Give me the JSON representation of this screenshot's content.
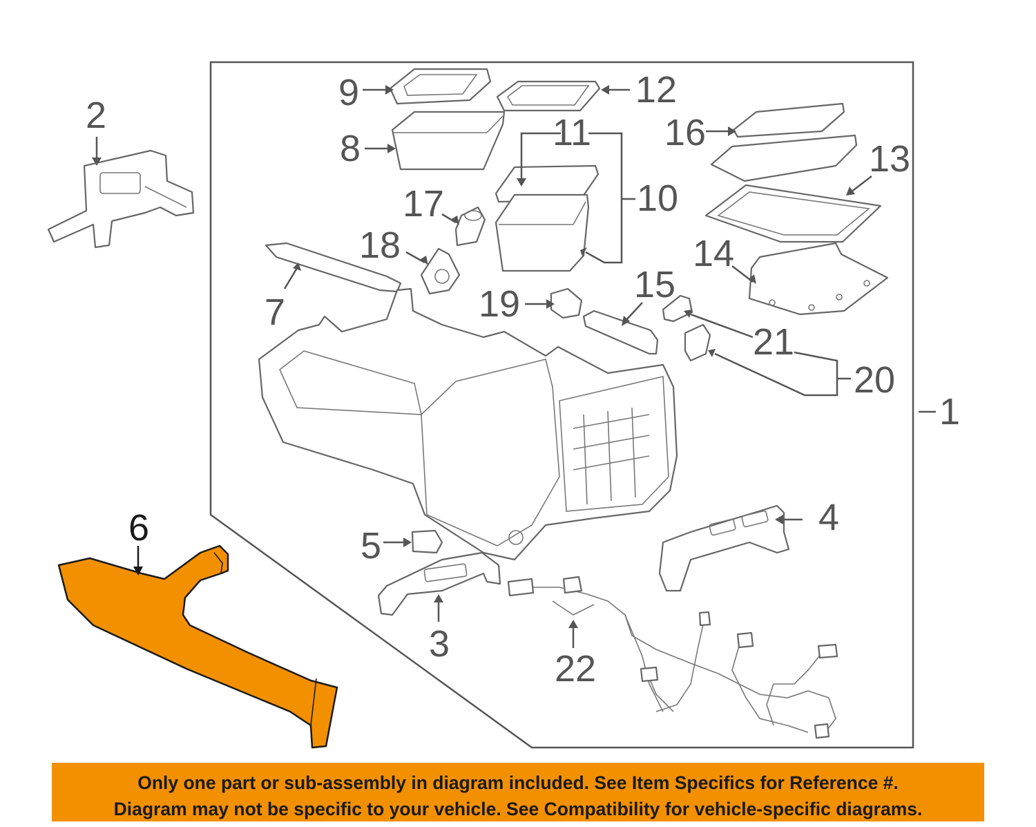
{
  "diagram": {
    "callouts": {
      "c1": "1",
      "c2": "2",
      "c3": "3",
      "c4": "4",
      "c5": "5",
      "c6": "6",
      "c7": "7",
      "c8": "8",
      "c9": "9",
      "c10": "10",
      "c11": "11",
      "c12": "12",
      "c13": "13",
      "c14": "14",
      "c15": "15",
      "c16": "16",
      "c17": "17",
      "c18": "18",
      "c19": "19",
      "c20": "20",
      "c21": "21",
      "c22": "22"
    },
    "highlight_part": "6",
    "colors": {
      "highlight": "#f39000",
      "line": "#555555",
      "banner": "#f39000"
    }
  },
  "notice": {
    "line1": "Only one part or sub-assembly in diagram included. See Item Specifics for Reference #.",
    "line2": "Diagram may not be specific to your vehicle. See Compatibility for vehicle-specific diagrams."
  }
}
